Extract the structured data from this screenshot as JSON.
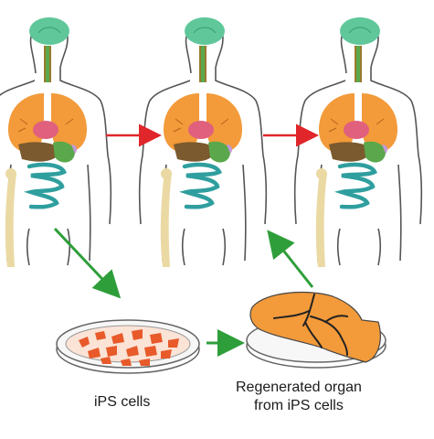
{
  "captions": {
    "ips_cells": "iPS cells",
    "regenerated_line1": "Regenerated organ",
    "regenerated_line2": "from iPS cells"
  },
  "colors": {
    "body_outline": "#555555",
    "brain": "#5fc79a",
    "lungs": "#f39a3a",
    "heart": "#e0607e",
    "liver": "#7a5a2e",
    "stomach": "#5aa84b",
    "intestine": "#2f9e9e",
    "trachea": "#9a7a2e",
    "bone": "#ead9a3",
    "red_arrow": "#e0262a",
    "green_arrow": "#2e9e3a",
    "dish_cells": "#e85a2a",
    "organ": "#f39a3a"
  },
  "icons": [
    "human-body-figure",
    "petri-dish",
    "regenerated-lung-organ",
    "red-arrow",
    "green-arrow"
  ]
}
